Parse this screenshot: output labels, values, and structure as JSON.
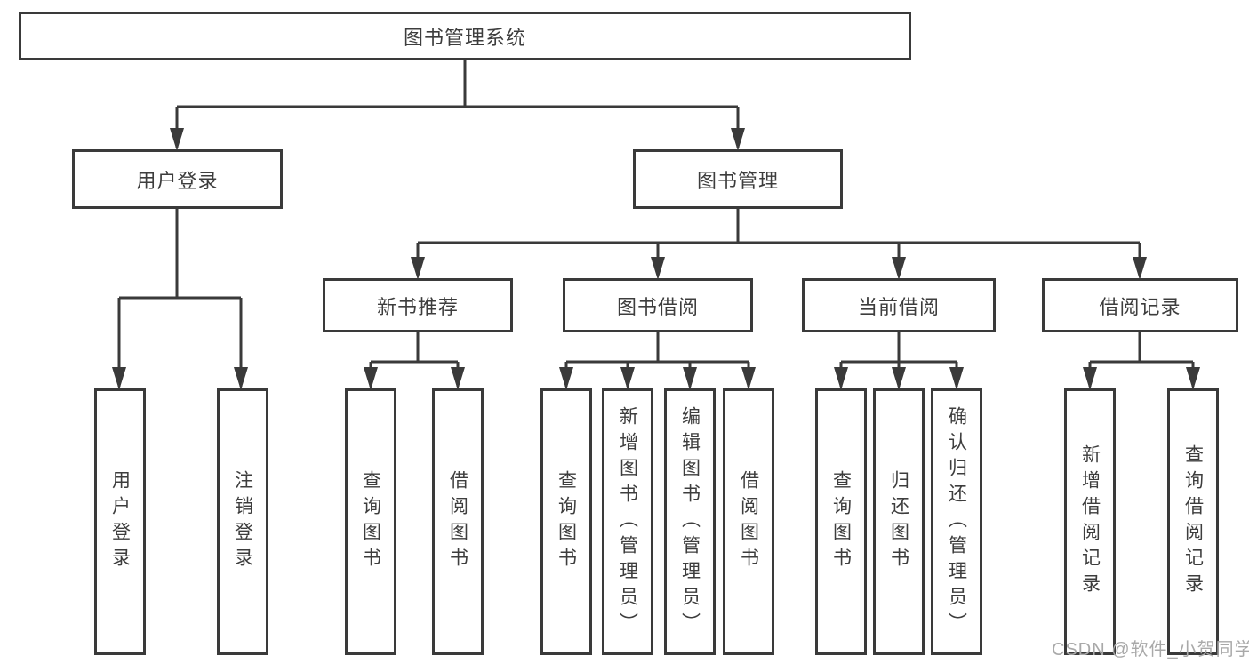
{
  "diagram": {
    "type": "tree",
    "root": {
      "label": "图书管理系统",
      "children": [
        {
          "label": "用户登录",
          "children": [
            {
              "label": "用户登录"
            },
            {
              "label": "注销登录"
            }
          ]
        },
        {
          "label": "图书管理",
          "children": [
            {
              "label": "新书推荐",
              "children": [
                {
                  "label": "查询图书"
                },
                {
                  "label": "借阅图书"
                }
              ]
            },
            {
              "label": "图书借阅",
              "children": [
                {
                  "label": "查询图书"
                },
                {
                  "label": "新增图书（管理员）"
                },
                {
                  "label": "编辑图书（管理员）"
                },
                {
                  "label": "借阅图书"
                }
              ]
            },
            {
              "label": "当前借阅",
              "children": [
                {
                  "label": "查询图书"
                },
                {
                  "label": "归还图书"
                },
                {
                  "label": "确认归还（管理员）"
                }
              ]
            },
            {
              "label": "借阅记录",
              "children": [
                {
                  "label": "新增借阅记录"
                },
                {
                  "label": "查询借阅记录"
                }
              ]
            }
          ]
        }
      ]
    }
  },
  "watermark": {
    "text": "CSDN @软件_小贺同学"
  },
  "colors": {
    "background": "#ffffff",
    "line": "#3a3a3a",
    "box_border": "#3a3a3a",
    "text": "#3d3d3d",
    "watermark": "#a9a9a9"
  }
}
